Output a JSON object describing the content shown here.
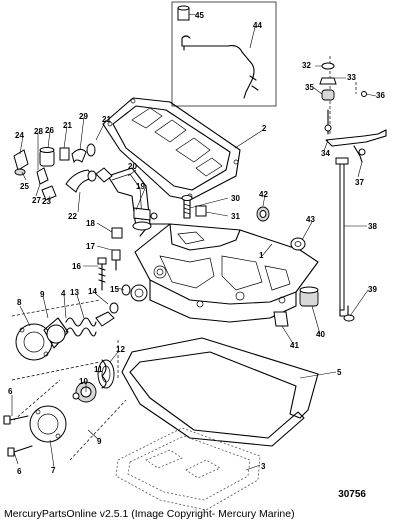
{
  "figure_number": "30756",
  "footer_text": "MercuryPartsOnline v2.5.1 (Image Copyright- Mercury Marine)",
  "callouts": [
    {
      "n": "1"
    },
    {
      "n": "2"
    },
    {
      "n": "3"
    },
    {
      "n": "4"
    },
    {
      "n": "5"
    },
    {
      "n": "6"
    },
    {
      "n": "6"
    },
    {
      "n": "7"
    },
    {
      "n": "8"
    },
    {
      "n": "9"
    },
    {
      "n": "9"
    },
    {
      "n": "10"
    },
    {
      "n": "11"
    },
    {
      "n": "12"
    },
    {
      "n": "13"
    },
    {
      "n": "14"
    },
    {
      "n": "15"
    },
    {
      "n": "16"
    },
    {
      "n": "17"
    },
    {
      "n": "18"
    },
    {
      "n": "19"
    },
    {
      "n": "20"
    },
    {
      "n": "21"
    },
    {
      "n": "21"
    },
    {
      "n": "22"
    },
    {
      "n": "23"
    },
    {
      "n": "24"
    },
    {
      "n": "25"
    },
    {
      "n": "26"
    },
    {
      "n": "27"
    },
    {
      "n": "28"
    },
    {
      "n": "29"
    },
    {
      "n": "30"
    },
    {
      "n": "31"
    },
    {
      "n": "32"
    },
    {
      "n": "33"
    },
    {
      "n": "34"
    },
    {
      "n": "35"
    },
    {
      "n": "36"
    },
    {
      "n": "37"
    },
    {
      "n": "38"
    },
    {
      "n": "39"
    },
    {
      "n": "40"
    },
    {
      "n": "41"
    },
    {
      "n": "42"
    },
    {
      "n": "43"
    },
    {
      "n": "44"
    },
    {
      "n": "45"
    }
  ]
}
